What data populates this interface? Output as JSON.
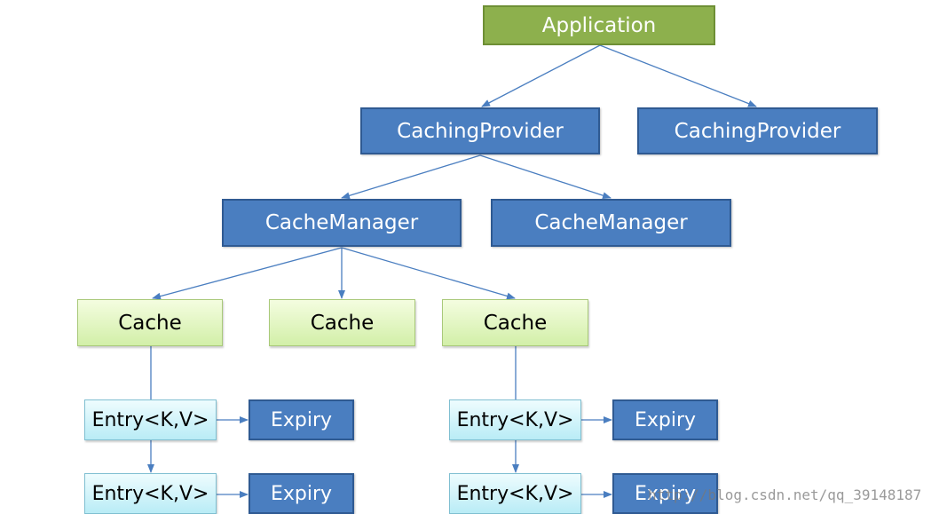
{
  "diagram": {
    "application": "Application",
    "caching_provider_1": "CachingProvider",
    "caching_provider_2": "CachingProvider",
    "cache_manager_1": "CacheManager",
    "cache_manager_2": "CacheManager",
    "cache_1": "Cache",
    "cache_2": "Cache",
    "cache_3": "Cache",
    "entry_1": "Entry<K,V>",
    "entry_2": "Entry<K,V>",
    "entry_3": "Entry<K,V>",
    "entry_4": "Entry<K,V>",
    "expiry_1": "Expiry",
    "expiry_2": "Expiry",
    "expiry_3": "Expiry",
    "expiry_4": "Expiry"
  },
  "watermark": "http://blog.csdn.net/qq_39148187",
  "colors": {
    "application_fill": "#8db04d",
    "provider_fill": "#4a7ec0",
    "cache_fill": "#d2efa8",
    "entry_fill": "#b9ecf6",
    "connector": "#4a7ec0"
  }
}
